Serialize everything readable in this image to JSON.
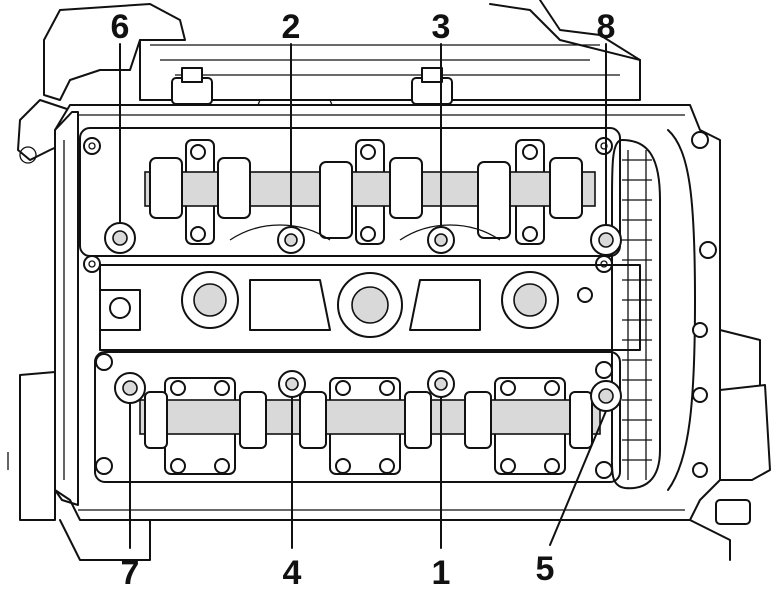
{
  "callouts": {
    "c1": "1",
    "c2": "2",
    "c3": "3",
    "c4": "4",
    "c5": "5",
    "c6": "6",
    "c7": "7",
    "c8": "8"
  },
  "colors": {
    "line": "#111111",
    "background": "#ffffff",
    "shade": "#d9d9d9"
  }
}
